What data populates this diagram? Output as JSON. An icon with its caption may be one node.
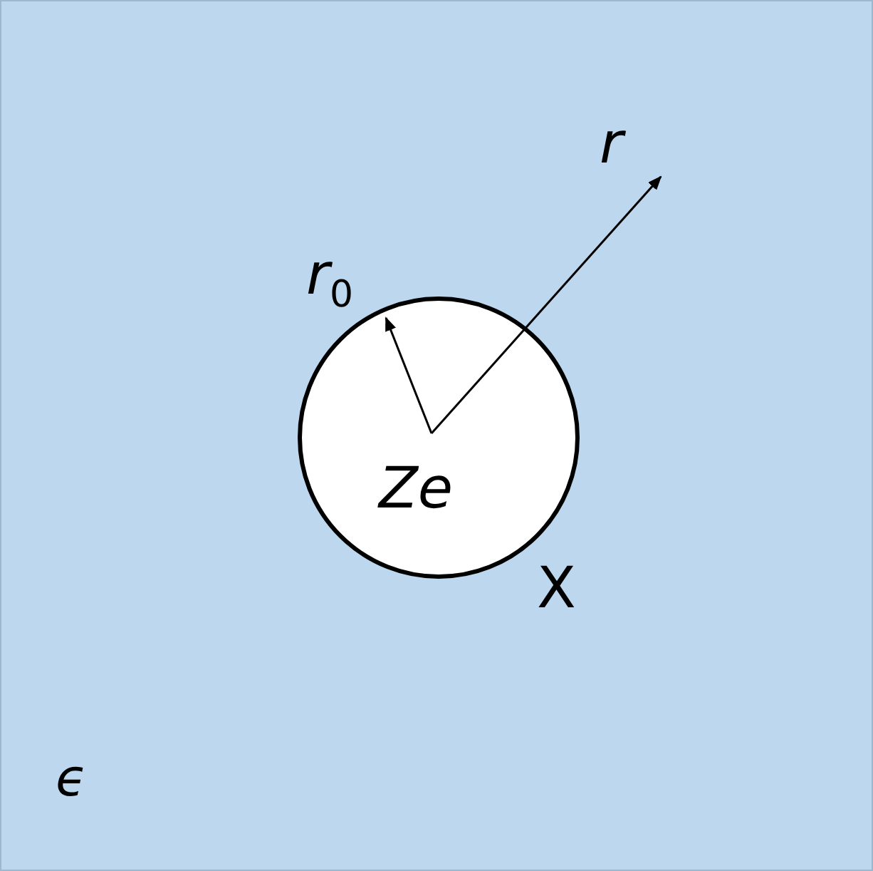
{
  "diagram": {
    "nodes": [
      {
        "text": [
          "ϵ"
        ]
      },
      {
        "text": [
          "Ze"
        ],
        "in": 0
      }
    ],
    "labels": [
      "r",
      "r$_{0}$",
      "X"
    ]
  }
}
